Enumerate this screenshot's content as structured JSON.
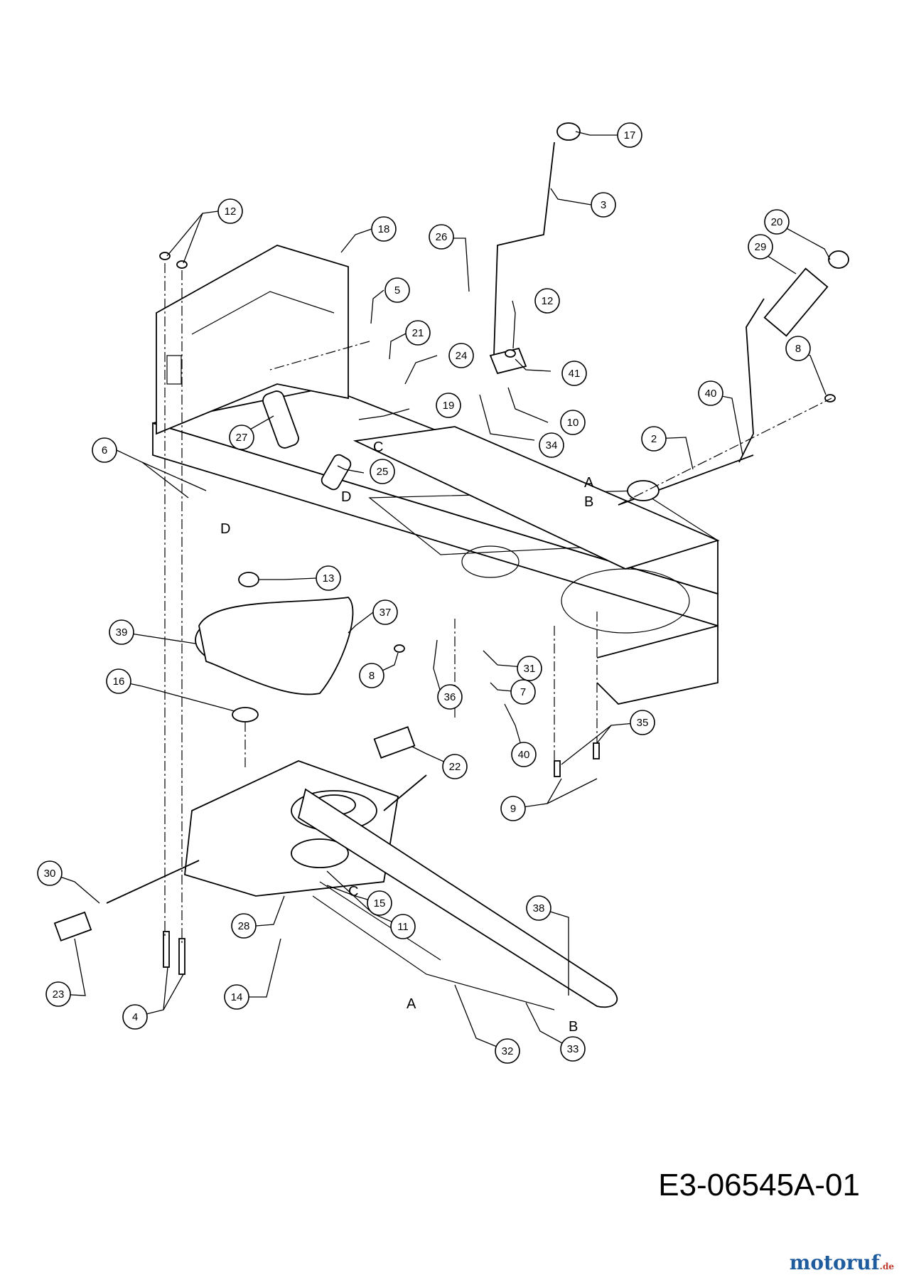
{
  "drawing_code": "E3-06545A-01",
  "watermark": {
    "name": "motoruf",
    "tld": ".de"
  },
  "callouts": [
    {
      "label": "17"
    },
    {
      "label": "3"
    },
    {
      "label": "12"
    },
    {
      "label": "18"
    },
    {
      "label": "26"
    },
    {
      "label": "20"
    },
    {
      "label": "29"
    },
    {
      "label": "5"
    },
    {
      "label": "12"
    },
    {
      "label": "21"
    },
    {
      "label": "24"
    },
    {
      "label": "41"
    },
    {
      "label": "8"
    },
    {
      "label": "19"
    },
    {
      "label": "10"
    },
    {
      "label": "40"
    },
    {
      "label": "27"
    },
    {
      "label": "34"
    },
    {
      "label": "2"
    },
    {
      "label": "6"
    },
    {
      "label": "25"
    },
    {
      "label": "13"
    },
    {
      "label": "37"
    },
    {
      "label": "39"
    },
    {
      "label": "8"
    },
    {
      "label": "31"
    },
    {
      "label": "16"
    },
    {
      "label": "7"
    },
    {
      "label": "36"
    },
    {
      "label": "35"
    },
    {
      "label": "40"
    },
    {
      "label": "22"
    },
    {
      "label": "9"
    },
    {
      "label": "30"
    },
    {
      "label": "15"
    },
    {
      "label": "11"
    },
    {
      "label": "38"
    },
    {
      "label": "28"
    },
    {
      "label": "23"
    },
    {
      "label": "14"
    },
    {
      "label": "4"
    },
    {
      "label": "32"
    },
    {
      "label": "33"
    }
  ],
  "ref_letters": [
    "C",
    "D",
    "D",
    "A",
    "B",
    "C",
    "A",
    "B"
  ]
}
